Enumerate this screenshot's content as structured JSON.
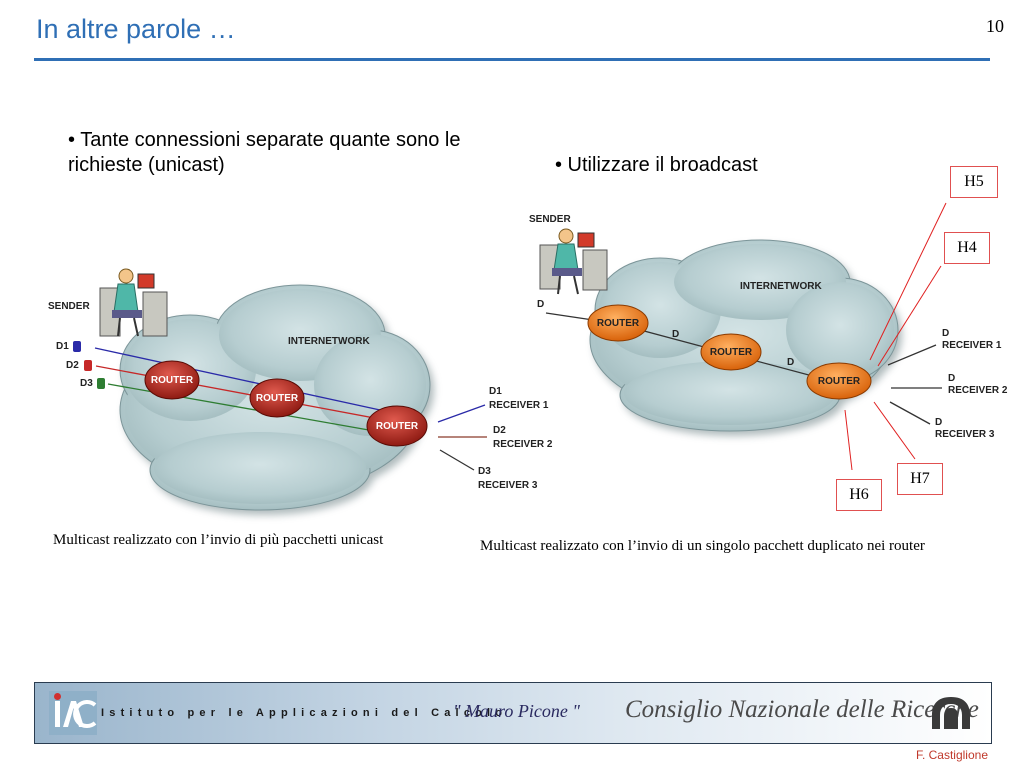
{
  "slide": {
    "title": "In altre parole …",
    "page_number": "10",
    "author": "F. Castiglione"
  },
  "left_panel": {
    "bullet": "• Tante connessioni separate quante sono le richieste (unicast)",
    "caption": "Multicast realizzato con l’invio di più pacchetti unicast",
    "sender_label": "SENDER",
    "network_label": "INTERNETWORK",
    "packets": [
      "D1",
      "D2",
      "D3"
    ],
    "routers": [
      "ROUTER",
      "ROUTER",
      "ROUTER"
    ],
    "receivers": [
      {
        "packet": "D1",
        "name": "RECEIVER 1"
      },
      {
        "packet": "D2",
        "name": "RECEIVER 2"
      },
      {
        "packet": "D3",
        "name": "RECEIVER 3"
      }
    ],
    "colors": {
      "d1": "#2a2aa8",
      "d2": "#c62828",
      "d3": "#2e7d32"
    }
  },
  "right_panel": {
    "bullet": "• Utilizzare il broadcast",
    "caption": "Multicast realizzato con l’invio di un singolo pacchett duplicato nei router",
    "sender_label": "SENDER",
    "network_label": "INTERNETWORK",
    "packet": "D",
    "routers": [
      "ROUTER",
      "ROUTER",
      "ROUTER"
    ],
    "receivers": [
      {
        "packet": "D",
        "name": "RECEIVER 1"
      },
      {
        "packet": "D",
        "name": "RECEIVER 2"
      },
      {
        "packet": "D",
        "name": "RECEIVER 3"
      }
    ],
    "hosts": [
      "H5",
      "H4",
      "H7",
      "H6"
    ]
  },
  "footer": {
    "institute": "Istituto per le Applicazioni del Calcolo",
    "signature": "\" Mauro Picone \"",
    "organization": "Consiglio Nazionale delle Ricerche"
  }
}
